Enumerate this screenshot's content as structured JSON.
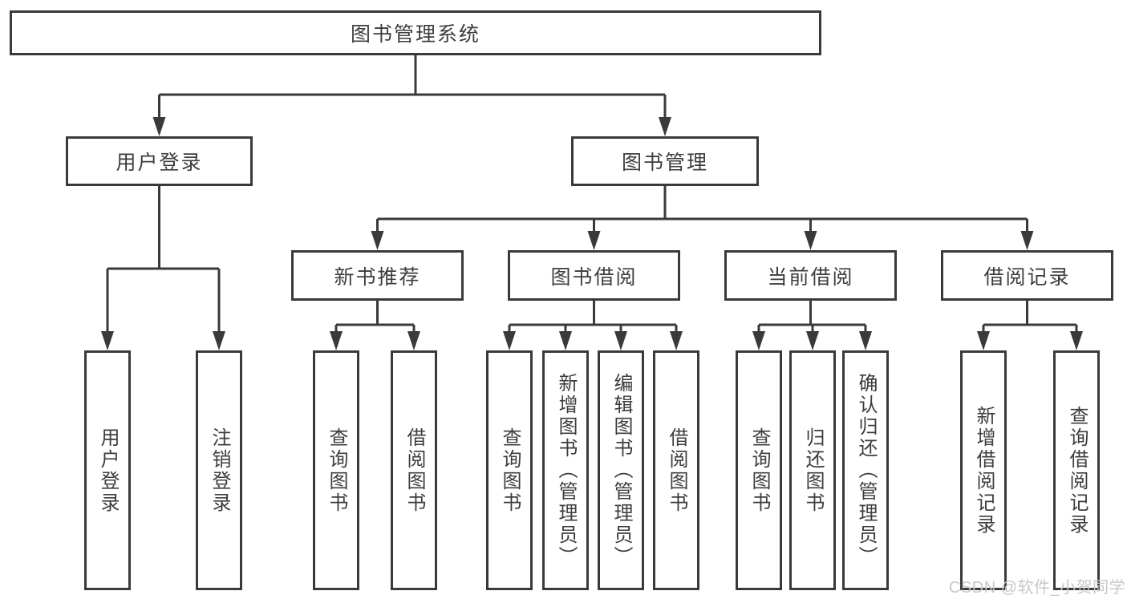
{
  "tree": {
    "root": "图书管理系统",
    "branches": [
      {
        "label": "用户登录",
        "leaves": [
          "用户登录",
          "注销登录"
        ]
      },
      {
        "label": "图书管理",
        "nodes": [
          {
            "label": "新书推荐",
            "leaves": [
              "查询图书",
              "借阅图书"
            ]
          },
          {
            "label": "图书借阅",
            "leaves": [
              "查询图书",
              "新增图书（管理员）",
              "编辑图书（管理员）",
              "借阅图书"
            ]
          },
          {
            "label": "当前借阅",
            "leaves": [
              "查询图书",
              "归还图书",
              "确认归还（管理员）"
            ]
          },
          {
            "label": "借阅记录",
            "leaves": [
              "新增借阅记录",
              "查询借阅记录"
            ]
          }
        ]
      }
    ]
  },
  "watermark": "CSDN @软件_小贺同学",
  "colors": {
    "line": "#3a3a3a",
    "text": "#3d3d3d",
    "box_background": "#ffffff",
    "page_background": "#ffffff",
    "watermark": "#c8c8c8"
  }
}
